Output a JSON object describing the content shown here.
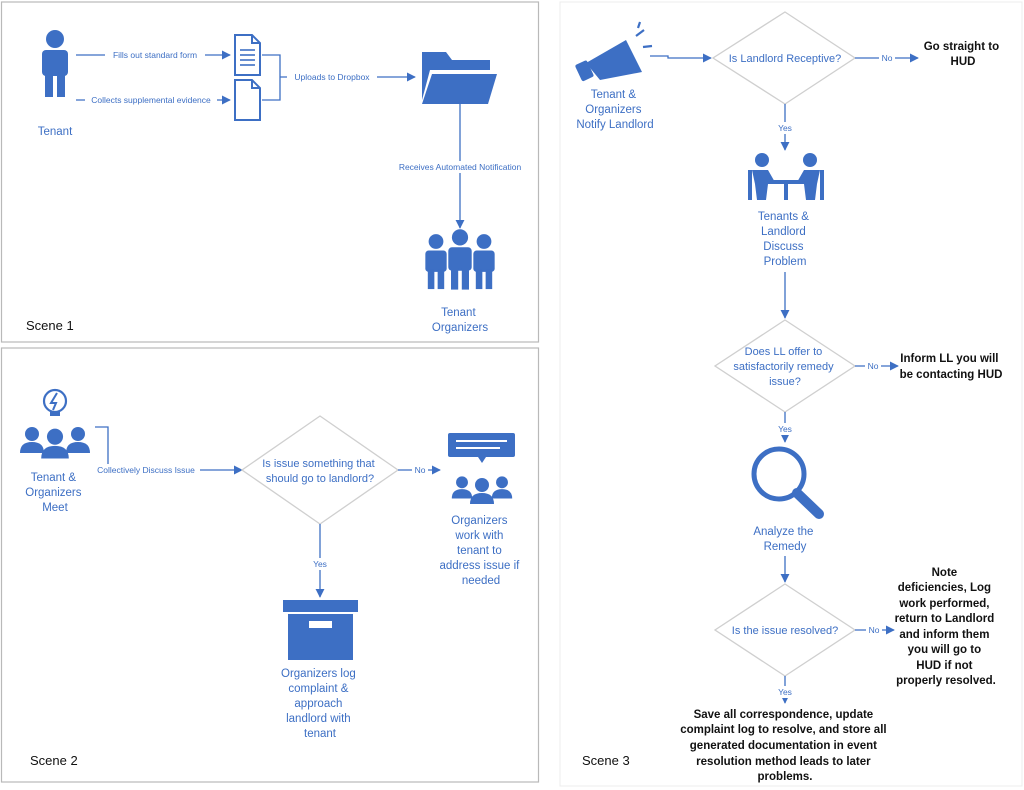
{
  "colors": {
    "primary": "#3d6fc4",
    "frame": "#b9b9b9",
    "text": "#111111"
  },
  "scenes": {
    "scene1": "Scene 1",
    "scene2": "Scene 2",
    "scene3": "Scene 3"
  },
  "scene1": {
    "tenant": "Tenant",
    "fills_form": "Fills out standard form",
    "collects_evidence": "Collects supplemental evidence",
    "uploads": "Uploads to Dropbox",
    "receives_notification": "Receives Automated Notification",
    "organizers": [
      "Tenant",
      "Organizers"
    ]
  },
  "scene2": {
    "meet": [
      "Tenant &",
      "Organizers",
      "Meet"
    ],
    "discuss": "Collectively Discuss Issue",
    "decision": [
      "Is issue something that",
      "should go to landlord?"
    ],
    "no": "No",
    "yes": "Yes",
    "organizers_work": [
      "Organizers",
      "work with",
      "tenant to",
      "address issue if",
      "needed"
    ],
    "log": [
      "Organizers log",
      "complaint &",
      "approach",
      "landlord with",
      "tenant"
    ]
  },
  "scene3": {
    "notify": [
      "Tenant &",
      "Organizers",
      "Notify Landlord"
    ],
    "receptive": "Is Landlord Receptive?",
    "no": "No",
    "yes": "Yes",
    "hud_straight": [
      "Go straight to",
      "HUD"
    ],
    "discuss": [
      "Tenants &",
      "Landlord",
      "Discuss",
      "Problem"
    ],
    "offer": [
      "Does LL offer to",
      "satisfactorily remedy",
      "issue?"
    ],
    "inform": [
      "Inform LL you will",
      "be contacting HUD"
    ],
    "analyze": [
      "Analyze the",
      "Remedy"
    ],
    "resolved": "Is the issue resolved?",
    "note": [
      "Note",
      "deficiencies, Log",
      "work performed,",
      "return to Landlord",
      "and inform them",
      "you will go to",
      "HUD if not",
      "properly resolved."
    ],
    "save": [
      "Save all correspondence, update",
      "complaint log to resolve, and store all",
      "generated documentation in event",
      "resolution method leads to later",
      "problems."
    ]
  }
}
